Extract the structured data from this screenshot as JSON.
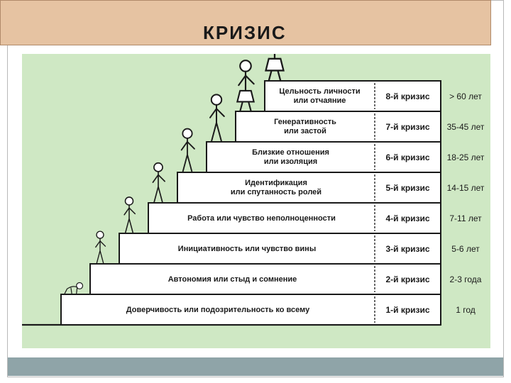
{
  "title": "КРИЗИС",
  "stages": [
    {
      "line1": "Доверчивость или подозрительность ко всему",
      "line2": "",
      "crisis": "1-й кризис",
      "age": "1 год"
    },
    {
      "line1": "Автономия или стыд и  сомнение",
      "line2": "",
      "crisis": "2-й кризис",
      "age": "2-3 года"
    },
    {
      "line1": "Инициативность или  чувство вины",
      "line2": "",
      "crisis": "3-й кризис",
      "age": "5-6 лет"
    },
    {
      "line1": "Работа или чувство неполноценности",
      "line2": "",
      "crisis": "4-й кризис",
      "age": "7-11 лет"
    },
    {
      "line1": "Идентификация",
      "line2": "или спутанность ролей",
      "crisis": "5-й кризис",
      "age": "14-15 лет"
    },
    {
      "line1": "Близкие отношения",
      "line2": "или изоляция",
      "crisis": "6-й кризис",
      "age": "18-25 лет"
    },
    {
      "line1": "Генеративность",
      "line2": "или застой",
      "crisis": "7-й кризис",
      "age": "35-45 лет"
    },
    {
      "line1": "Цельность личности",
      "line2": "или отчаяние",
      "crisis": "8-й кризис",
      "age": "> 60 лет"
    }
  ],
  "colors": {
    "title_bar": "#e6c3a2",
    "panel": "#cfe8c4",
    "bottom_bar": "#8fa4a8",
    "ink": "#1a1a1a"
  },
  "icons": [
    "baby-figure-icon",
    "toddler-figure-icon",
    "child-figure-icon",
    "schoolchild-figure-icon",
    "teen-figure-icon",
    "young-adult-figure-icon",
    "adult-figure-icon",
    "elder-figure-icon"
  ]
}
